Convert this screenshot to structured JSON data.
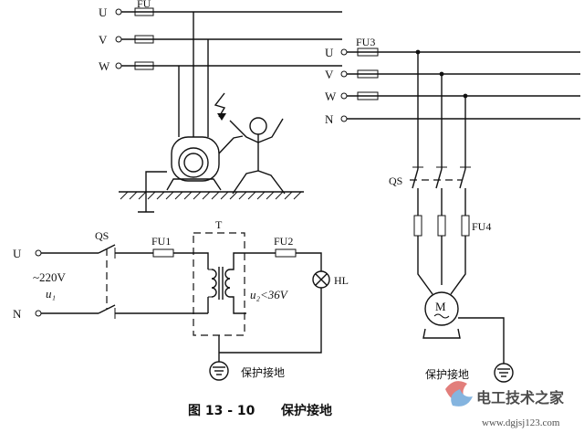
{
  "diagram_a": {
    "fuse_label": "FU",
    "phases": [
      "U",
      "V",
      "W"
    ]
  },
  "diagram_b": {
    "phases": [
      "U",
      "V",
      "W",
      "N"
    ],
    "fuse_top_label": "FU3",
    "switch_label": "QS",
    "fuse_label": "FU4",
    "motor_label": "M",
    "ground_label": "保护接地"
  },
  "diagram_c": {
    "u_label": "U",
    "n_label": "N",
    "switch_label": "QS",
    "voltage_in": "~220V",
    "u1_label": "u₁",
    "fu1_label": "FU1",
    "transformer_label": "T",
    "fu2_label": "FU2",
    "u2_label": "u₂<36V",
    "lamp_label": "HL",
    "ground_label": "保护接地"
  },
  "caption": {
    "figure_number": "图 13 - 10",
    "title": "保护接地"
  },
  "watermark": {
    "text": "电工技术之家",
    "url": "www.dgjsj123.com"
  }
}
